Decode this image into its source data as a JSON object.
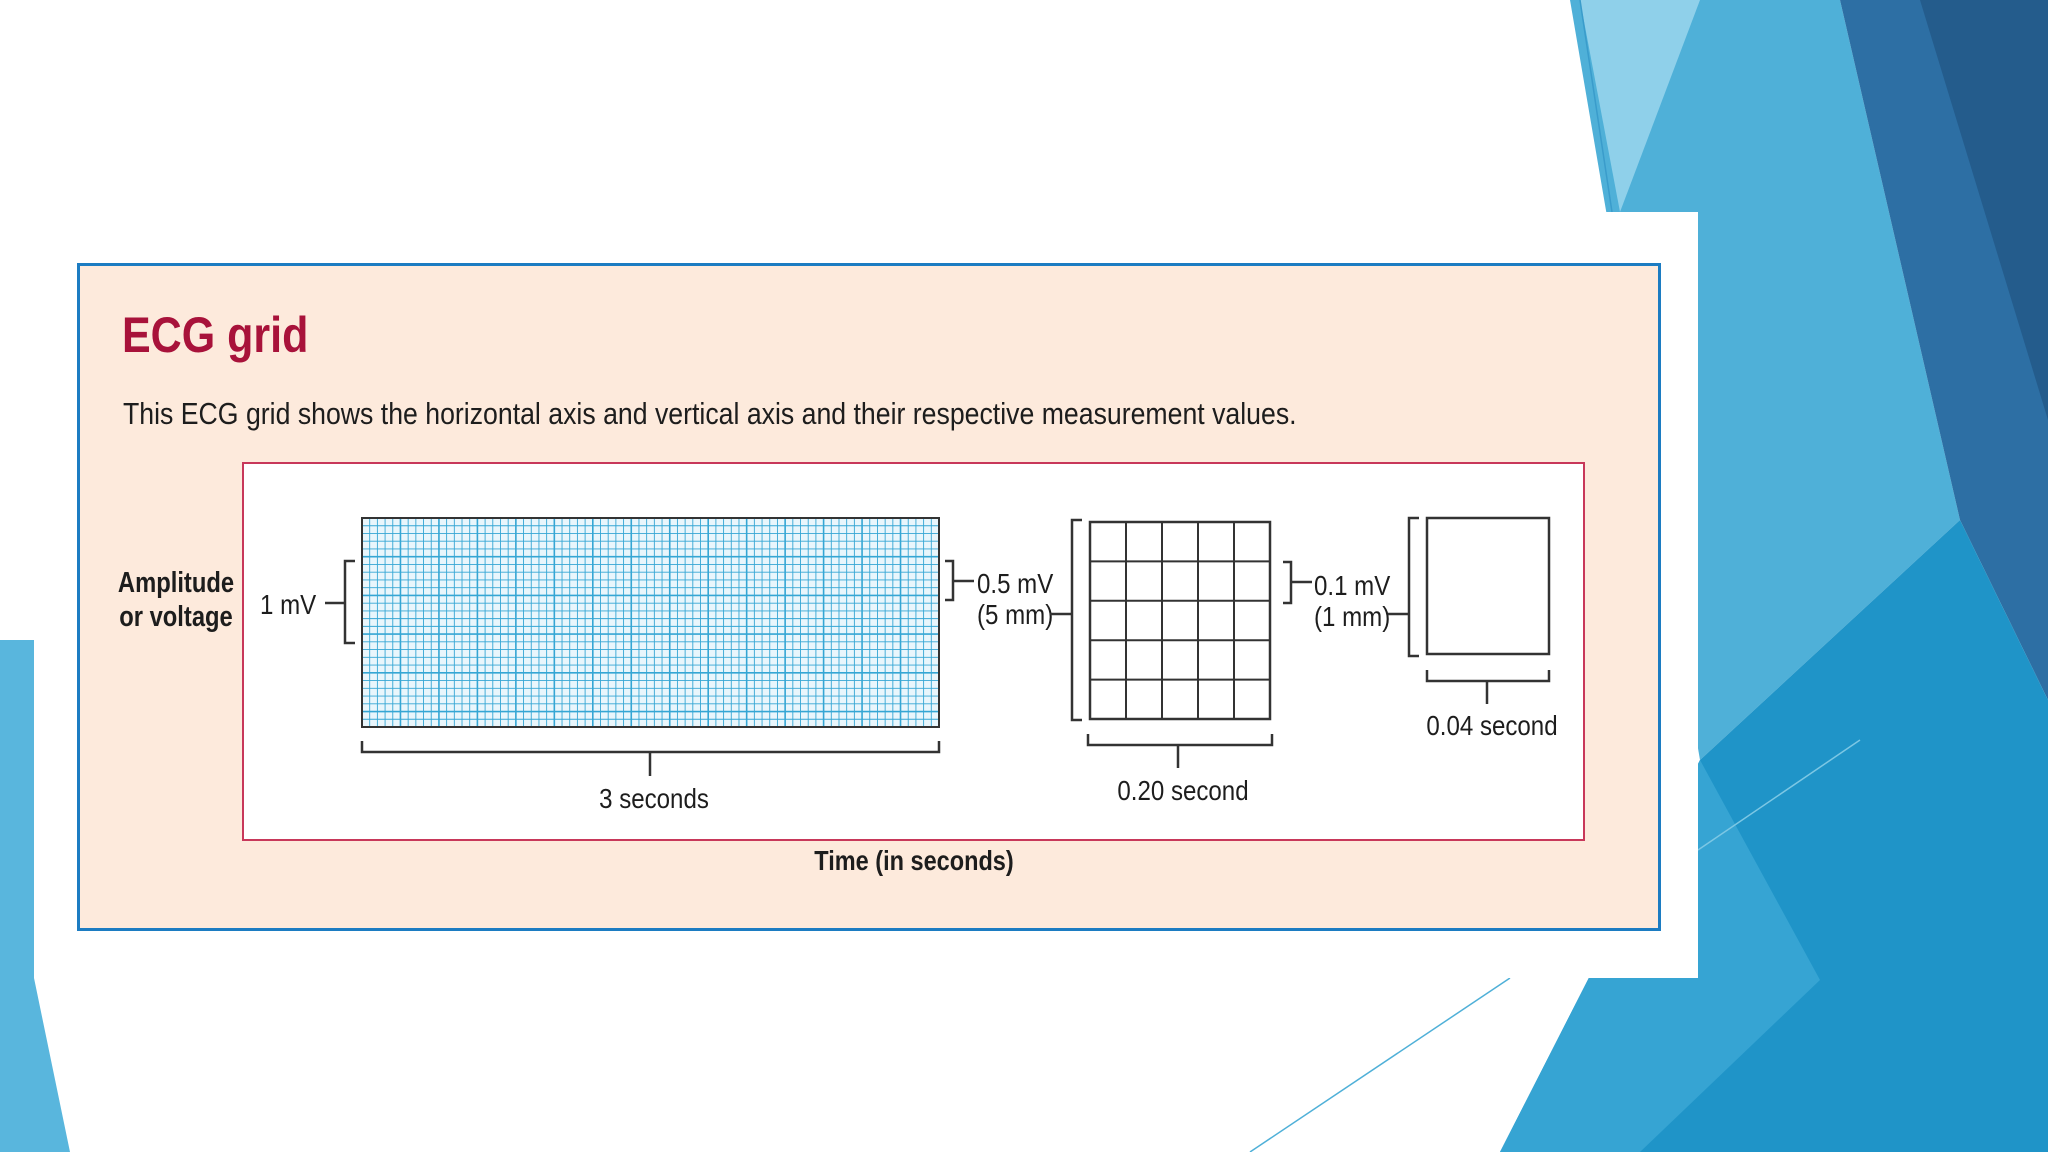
{
  "slide": {
    "title": "ECG grid",
    "description": "This ECG grid shows the horizontal axis and vertical axis and their respective measurement values."
  },
  "diagram": {
    "y_axis_label": [
      "Amplitude",
      "or voltage"
    ],
    "x_axis_label": "Time (in seconds)",
    "strip": {
      "amplitude_label": "1 mV",
      "time_label": "3 seconds"
    },
    "large_box": {
      "amplitude_label": [
        "0.5 mV",
        "(5 mm)"
      ],
      "time_label": "0.20 second"
    },
    "small_box": {
      "amplitude_label": [
        "0.1 mV",
        "(1 mm)"
      ],
      "time_label": "0.04 second"
    }
  },
  "colors": {
    "title": "#a8123a",
    "card_background": "#fdeadc",
    "card_border": "#1c7cc2",
    "diagram_border": "#c8385a",
    "grid_line": "#35a6d4"
  }
}
